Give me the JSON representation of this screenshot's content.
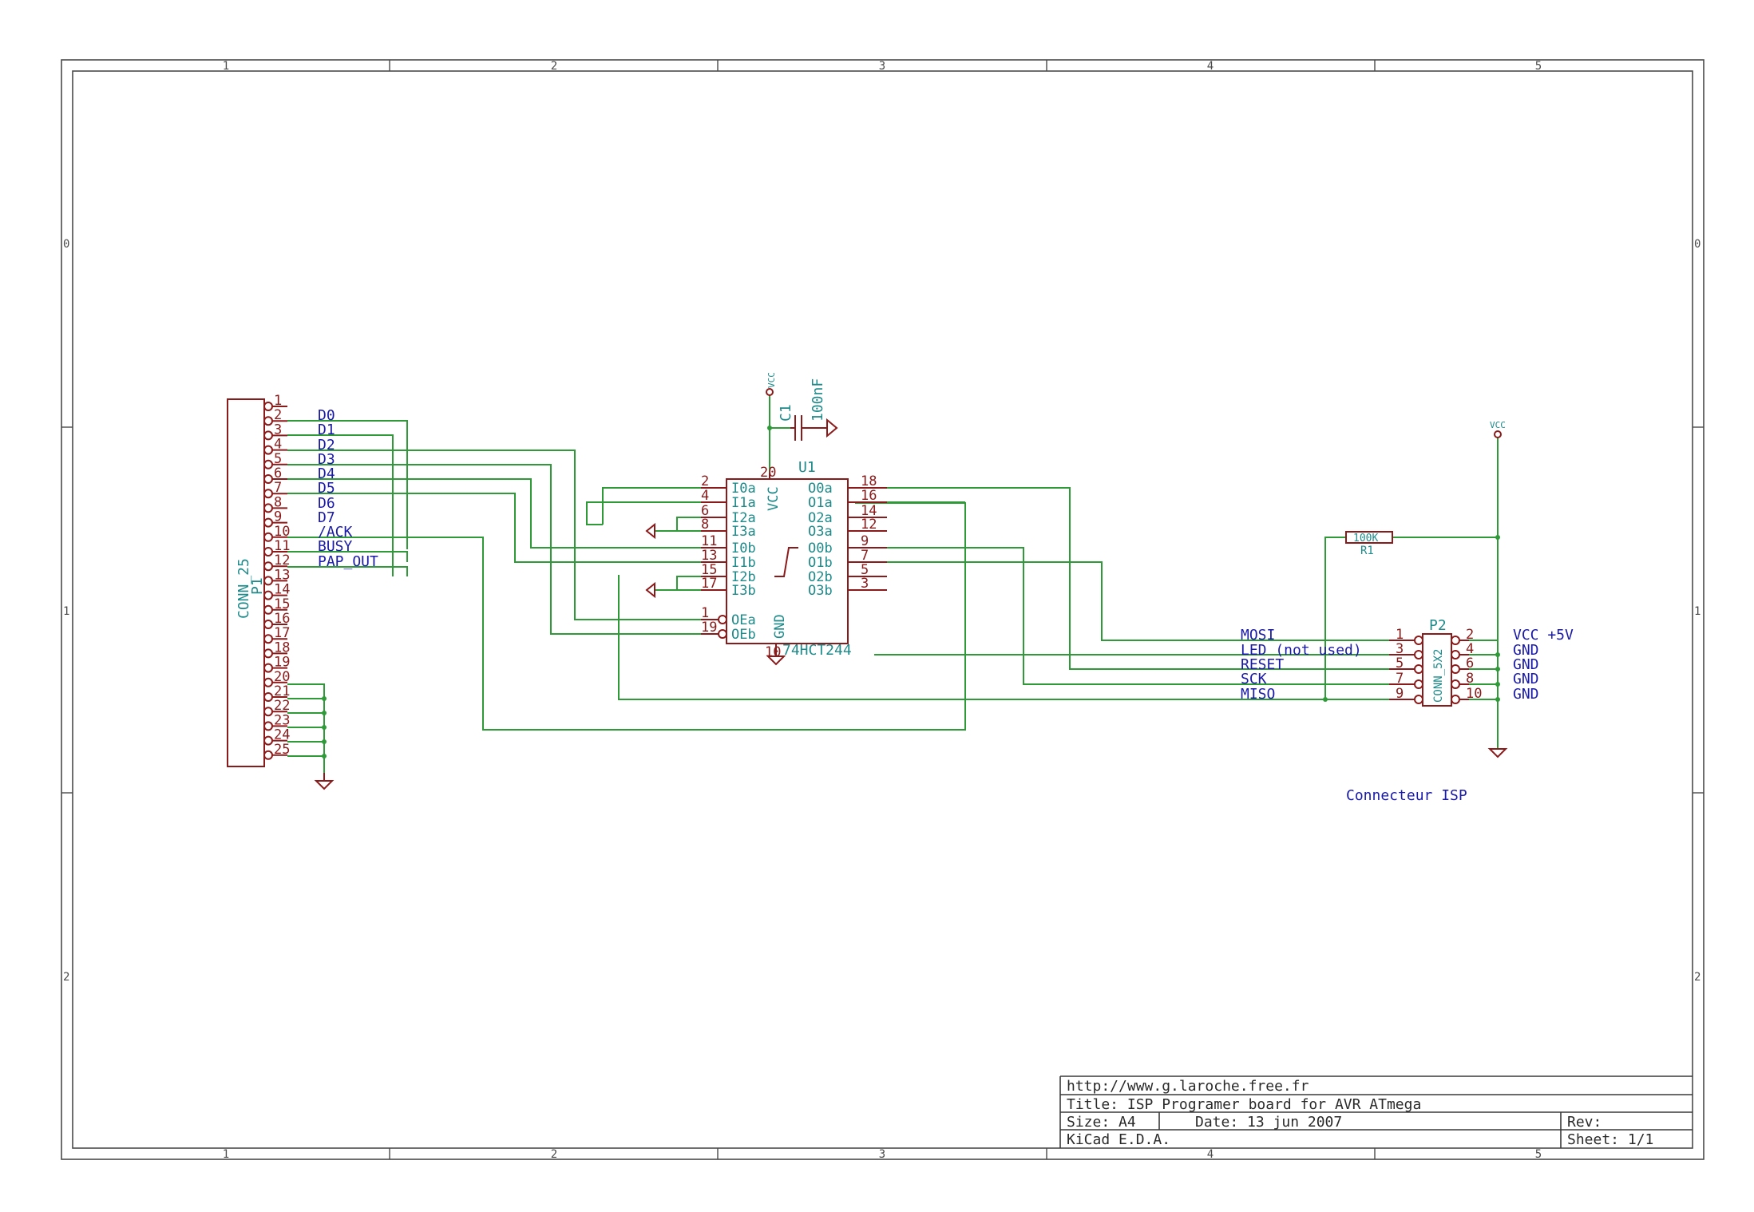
{
  "border": {
    "col_labels": [
      "1",
      "2",
      "3",
      "4",
      "5"
    ],
    "row_labels": [
      "0",
      "1",
      "2"
    ]
  },
  "p1": {
    "ref": "P1",
    "value": "CONN_25",
    "pins": [
      "1",
      "2",
      "3",
      "4",
      "5",
      "6",
      "7",
      "8",
      "9",
      "10",
      "11",
      "12",
      "13",
      "14",
      "15",
      "16",
      "17",
      "18",
      "19",
      "20",
      "21",
      "22",
      "23",
      "24",
      "25"
    ],
    "nets": [
      "D0",
      "D1",
      "D2",
      "D3",
      "D4",
      "D5",
      "D6",
      "D7",
      "/ACK",
      "BUSY",
      "PAP_OUT"
    ]
  },
  "u1": {
    "ref": "U1",
    "value": "74HCT244",
    "left_pins": [
      {
        "num": "2",
        "name": "I0a"
      },
      {
        "num": "4",
        "name": "I1a"
      },
      {
        "num": "6",
        "name": "I2a"
      },
      {
        "num": "8",
        "name": "I3a"
      },
      {
        "num": "11",
        "name": "I0b"
      },
      {
        "num": "13",
        "name": "I1b"
      },
      {
        "num": "15",
        "name": "I2b"
      },
      {
        "num": "17",
        "name": "I3b"
      }
    ],
    "oe_pins": [
      {
        "num": "1",
        "name": "OEa"
      },
      {
        "num": "19",
        "name": "OEb"
      }
    ],
    "right_pins": [
      {
        "num": "18",
        "name": "O0a"
      },
      {
        "num": "16",
        "name": "O1a"
      },
      {
        "num": "14",
        "name": "O2a"
      },
      {
        "num": "12",
        "name": "O3a"
      },
      {
        "num": "9",
        "name": "O0b"
      },
      {
        "num": "7",
        "name": "O1b"
      },
      {
        "num": "5",
        "name": "O2b"
      },
      {
        "num": "3",
        "name": "O3b"
      }
    ],
    "vcc_pin": "20",
    "vcc_name": "VCC",
    "gnd_pin": "10",
    "gnd_name": "GND"
  },
  "c1": {
    "ref": "C1",
    "value": "100nF",
    "power_label": "VCC"
  },
  "r1": {
    "ref": "R1",
    "value": "100K"
  },
  "vcc_right": "VCC",
  "p2": {
    "ref": "P2",
    "value": "CONN_5X2",
    "left_pins": [
      "1",
      "3",
      "5",
      "7",
      "9"
    ],
    "right_pins": [
      "2",
      "4",
      "6",
      "8",
      "10"
    ],
    "left_nets": [
      "MOSI",
      "LED (not used)",
      "RESET",
      "SCK",
      "MISO"
    ],
    "right_nets": [
      "VCC +5V",
      "GND",
      "GND",
      "GND",
      "GND"
    ]
  },
  "note": "Connecteur ISP",
  "title_block": {
    "url": "http://www.g.laroche.free.fr",
    "title": "Title: ISP Programer board for AVR ATmega",
    "size": "Size: A4",
    "date": "Date: 13 jun 2007",
    "rev": "Rev:",
    "software": "KiCad E.D.A.",
    "sheet": "Sheet: 1/1"
  },
  "colors": {
    "component": "#8b1a1a",
    "wire": "#2e9a38",
    "pin_name": "#1e8a8a",
    "net_label": "#1a1aa8",
    "frame": "#4a4a4a"
  }
}
